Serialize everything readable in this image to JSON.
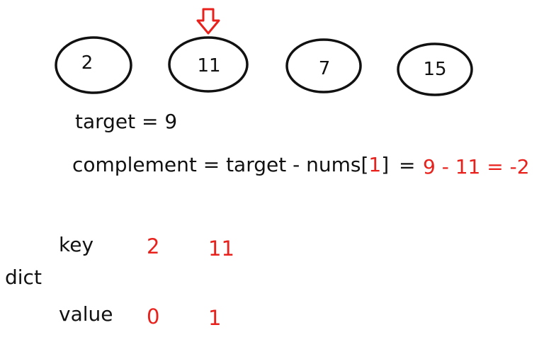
{
  "colors": {
    "ink": "#111111",
    "accent": "#e8211c",
    "background": "#ffffff"
  },
  "pointer_icon": "down-arrow-icon",
  "nums": [
    "2",
    "11",
    "7",
    "15"
  ],
  "target_line": "target = 9",
  "complement": {
    "prefix": "complement = target - nums[",
    "index": "1",
    "suffix": "]",
    "equals": "=",
    "result": "9 - 11 = -2"
  },
  "dict": {
    "label": "dict",
    "key_label": "key",
    "value_label": "value",
    "keys": [
      "2",
      "11"
    ],
    "values": [
      "0",
      "1"
    ]
  }
}
